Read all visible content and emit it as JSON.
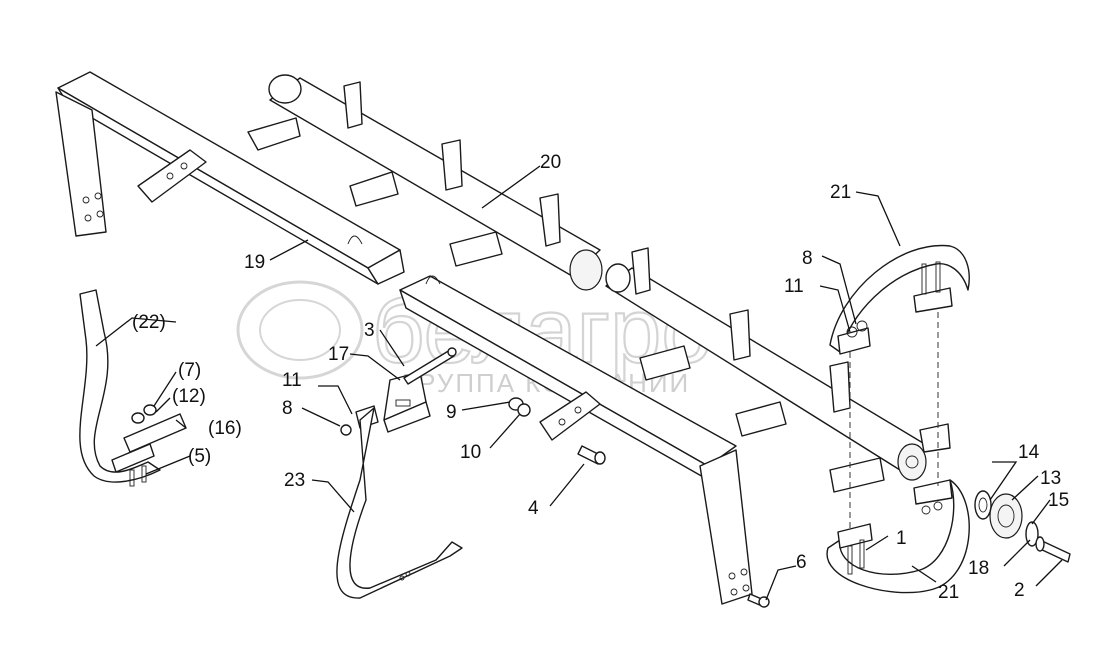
{
  "watermark": {
    "brand": "белагро",
    "subtitle": "ГРУППА КОМПАНИЙ"
  },
  "callouts": [
    {
      "id": "c20",
      "text": "20"
    },
    {
      "id": "c19",
      "text": "19"
    },
    {
      "id": "c21a",
      "text": "21"
    },
    {
      "id": "c21b",
      "text": "21"
    },
    {
      "id": "c8a",
      "text": "8"
    },
    {
      "id": "c8b",
      "text": "8"
    },
    {
      "id": "c11a",
      "text": "11"
    },
    {
      "id": "c11b",
      "text": "11"
    },
    {
      "id": "c22",
      "text": "(22)"
    },
    {
      "id": "c7",
      "text": "(7)"
    },
    {
      "id": "c12",
      "text": "(12)"
    },
    {
      "id": "c16",
      "text": "(16)"
    },
    {
      "id": "c5",
      "text": "(5)"
    },
    {
      "id": "c3",
      "text": "3"
    },
    {
      "id": "c17",
      "text": "17"
    },
    {
      "id": "c9",
      "text": "9"
    },
    {
      "id": "c10",
      "text": "10"
    },
    {
      "id": "c4",
      "text": "4"
    },
    {
      "id": "c23",
      "text": "23"
    },
    {
      "id": "c6",
      "text": "6"
    },
    {
      "id": "c1",
      "text": "1"
    },
    {
      "id": "c14",
      "text": "14"
    },
    {
      "id": "c13",
      "text": "13"
    },
    {
      "id": "c15",
      "text": "15"
    },
    {
      "id": "c18",
      "text": "18"
    },
    {
      "id": "c2",
      "text": "2"
    }
  ]
}
